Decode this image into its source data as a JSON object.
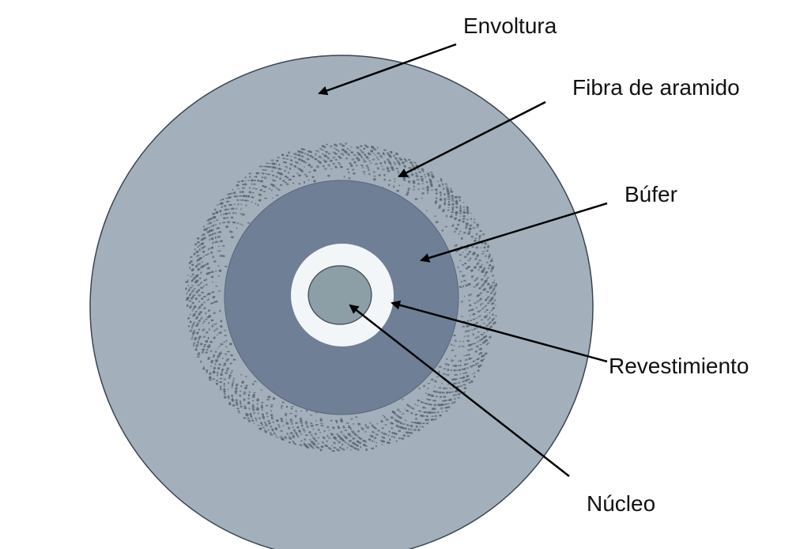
{
  "labels": {
    "envoltura": "Envoltura",
    "fibra": "Fibra de aramido",
    "bufer": "Búfer",
    "revestimiento": "Revestimiento",
    "nucleo": "Núcleo"
  },
  "colors": {
    "background": "#ffffff",
    "envoltura": "#a3b0bc",
    "fibra_dots": "#5f6a73",
    "bufer": "#6f7f95",
    "revestimiento": "#f2f6f9",
    "nucleo": "#8c9ea6",
    "outline": "#3a4550",
    "arrow": "#000000"
  }
}
